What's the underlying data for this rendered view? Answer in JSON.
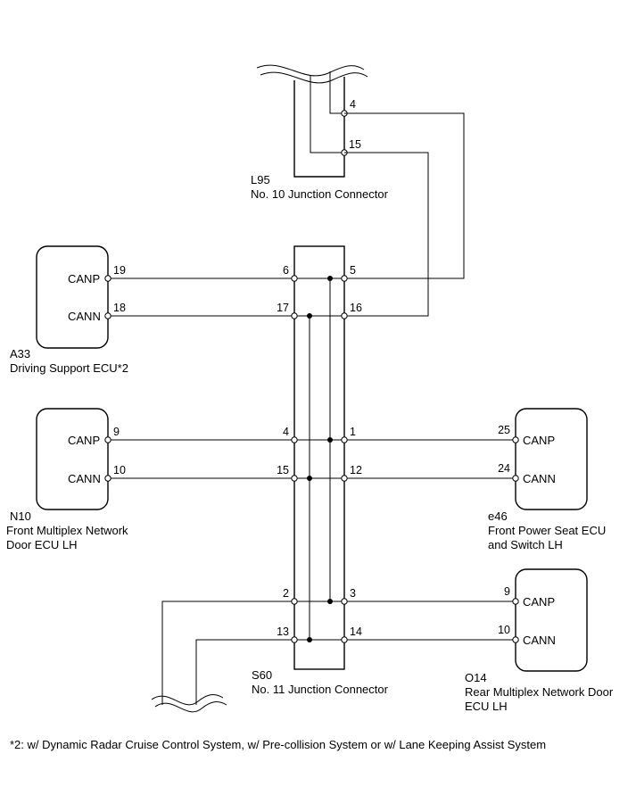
{
  "components": {
    "l95": {
      "code": "L95",
      "name": "No. 10 Junction Connector"
    },
    "s60": {
      "code": "S60",
      "name": "No. 11 Junction Connector"
    },
    "a33": {
      "code": "A33",
      "name": "Driving Support ECU*2",
      "pins": {
        "canp": "CANP",
        "cann": "CANN"
      }
    },
    "n10": {
      "code": "N10",
      "name_line1": "Front Multiplex Network",
      "name_line2": "Door ECU LH",
      "pins": {
        "canp": "CANP",
        "cann": "CANN"
      }
    },
    "e46": {
      "code": "e46",
      "name_line1": "Front Power Seat ECU",
      "name_line2": "and Switch LH",
      "pins": {
        "canp": "CANP",
        "cann": "CANN"
      }
    },
    "o14": {
      "code": "O14",
      "name_line1": "Rear Multiplex Network Door",
      "name_line2": "ECU LH",
      "pins": {
        "canp": "CANP",
        "cann": "CANN"
      }
    }
  },
  "pins": {
    "l95_4": "4",
    "l95_15": "15",
    "a33_19": "19",
    "a33_18": "18",
    "s60_6": "6",
    "s60_5": "5",
    "s60_17": "17",
    "s60_16": "16",
    "n10_9": "9",
    "n10_10": "10",
    "s60_4": "4",
    "s60_1": "1",
    "s60_15": "15",
    "s60_12": "12",
    "e46_25": "25",
    "e46_24": "24",
    "s60_2": "2",
    "s60_3": "3",
    "s60_13": "13",
    "s60_14": "14",
    "o14_9": "9",
    "o14_10": "10"
  },
  "footnote": "*2: w/ Dynamic Radar Cruise Control System, w/ Pre-collision System or w/ Lane Keeping Assist System"
}
